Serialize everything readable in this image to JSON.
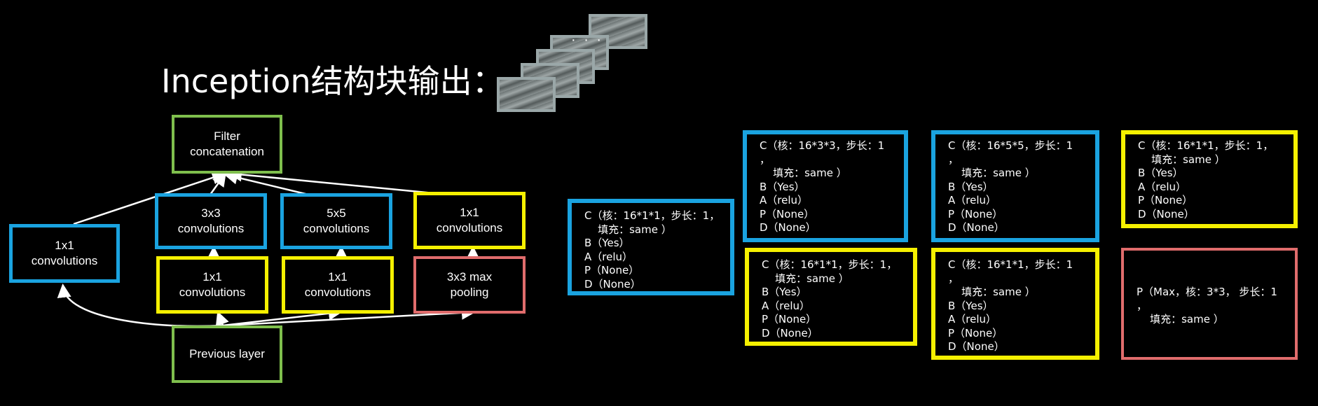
{
  "title": "Inception结构块输出：",
  "ellipsis": "· · ·",
  "colors": {
    "green": "#7fbf4d",
    "blue": "#1aa3e0",
    "yellow": "#f5f000",
    "red": "#e06c6c",
    "background": "#000000"
  },
  "diagram": {
    "filter_concat": "Filter\nconcatenation",
    "conv1_left": "1x1\nconvolutions",
    "conv3x3": "3x3\nconvolutions",
    "conv5x5": "5x5\nconvolutions",
    "conv1_right_top": "1x1\nconvolutions",
    "conv1_under_3x3": "1x1\nconvolutions",
    "conv1_under_5x5": "1x1\nconvolutions",
    "maxpool": "3x3 max\npooling",
    "previous_layer": "Previous layer"
  },
  "boxes": {
    "left_blue": [
      "C（核：16*1*1，步长：1，",
      "    填充：same ）",
      "B（Yes）",
      "A（relu）",
      "P（None）",
      "D（None）"
    ],
    "top_blue_1": [
      "C（核：16*3*3，步长：1",
      "，",
      "    填充：same ）",
      "B（Yes）",
      "A（relu）",
      "P（None）",
      "D（None）"
    ],
    "top_blue_2": [
      "C（核：16*5*5，步长：1",
      "，",
      "    填充：same ）",
      "B（Yes）",
      "A（relu）",
      "P（None）",
      "D（None）"
    ],
    "top_yellow": [
      "C（核：16*1*1，步长：1，",
      "    填充：same ）",
      "B（Yes）",
      "A（relu）",
      "P（None）",
      "D（None）"
    ],
    "bottom_yellow_1": [
      "C（核：16*1*1，步长：1，",
      "    填充：same ）",
      "B（Yes）",
      "A（relu）",
      "P（None）",
      "D（None）"
    ],
    "bottom_yellow_2": [
      "C（核：16*1*1，步长：1",
      "，",
      "    填充：same ）",
      "B（Yes）",
      "A（relu）",
      "P（None）",
      "D（None）"
    ],
    "bottom_red": [
      "P（Max，核：3*3， 步长：1",
      "，",
      "    填充：same ）"
    ]
  }
}
